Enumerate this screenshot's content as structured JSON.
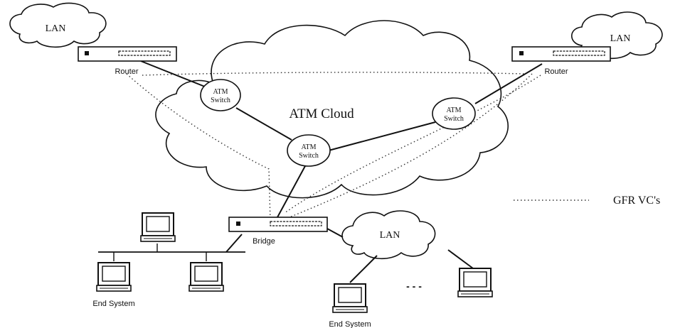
{
  "labels": {
    "atm_cloud": "ATM Cloud",
    "lan_top_left": "LAN",
    "lan_top_right": "LAN",
    "lan_bottom": "LAN",
    "router_left": "Router",
    "router_right": "Router",
    "switch_1_line1": "ATM",
    "switch_1_line2": "Switch",
    "switch_2_line1": "ATM",
    "switch_2_line2": "Switch",
    "switch_3_line1": "ATM",
    "switch_3_line2": "Switch",
    "bridge": "Bridge",
    "end_system_left": "End System",
    "end_system_bottom": "End System",
    "ellipsis": "- - -",
    "legend": "GFR VC's"
  }
}
